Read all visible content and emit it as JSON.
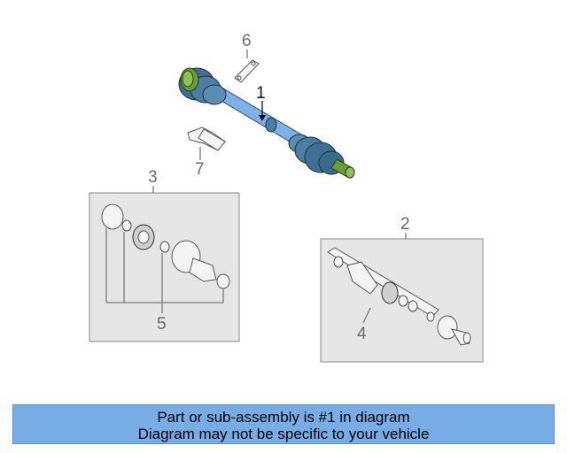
{
  "diagram": {
    "callouts": {
      "c1": "1",
      "c2": "2",
      "c3": "3",
      "c4": "4",
      "c5": "5",
      "c6": "6",
      "c7": "7"
    }
  },
  "banner": {
    "line1": "Part or sub-assembly is #1 in diagram",
    "line2": "Diagram may not be specific to your vehicle"
  },
  "colors": {
    "shaft": "#7fb0e6",
    "boot": "#3f6f92",
    "banner": "#78ace6",
    "panel": "#e6e6e6"
  }
}
